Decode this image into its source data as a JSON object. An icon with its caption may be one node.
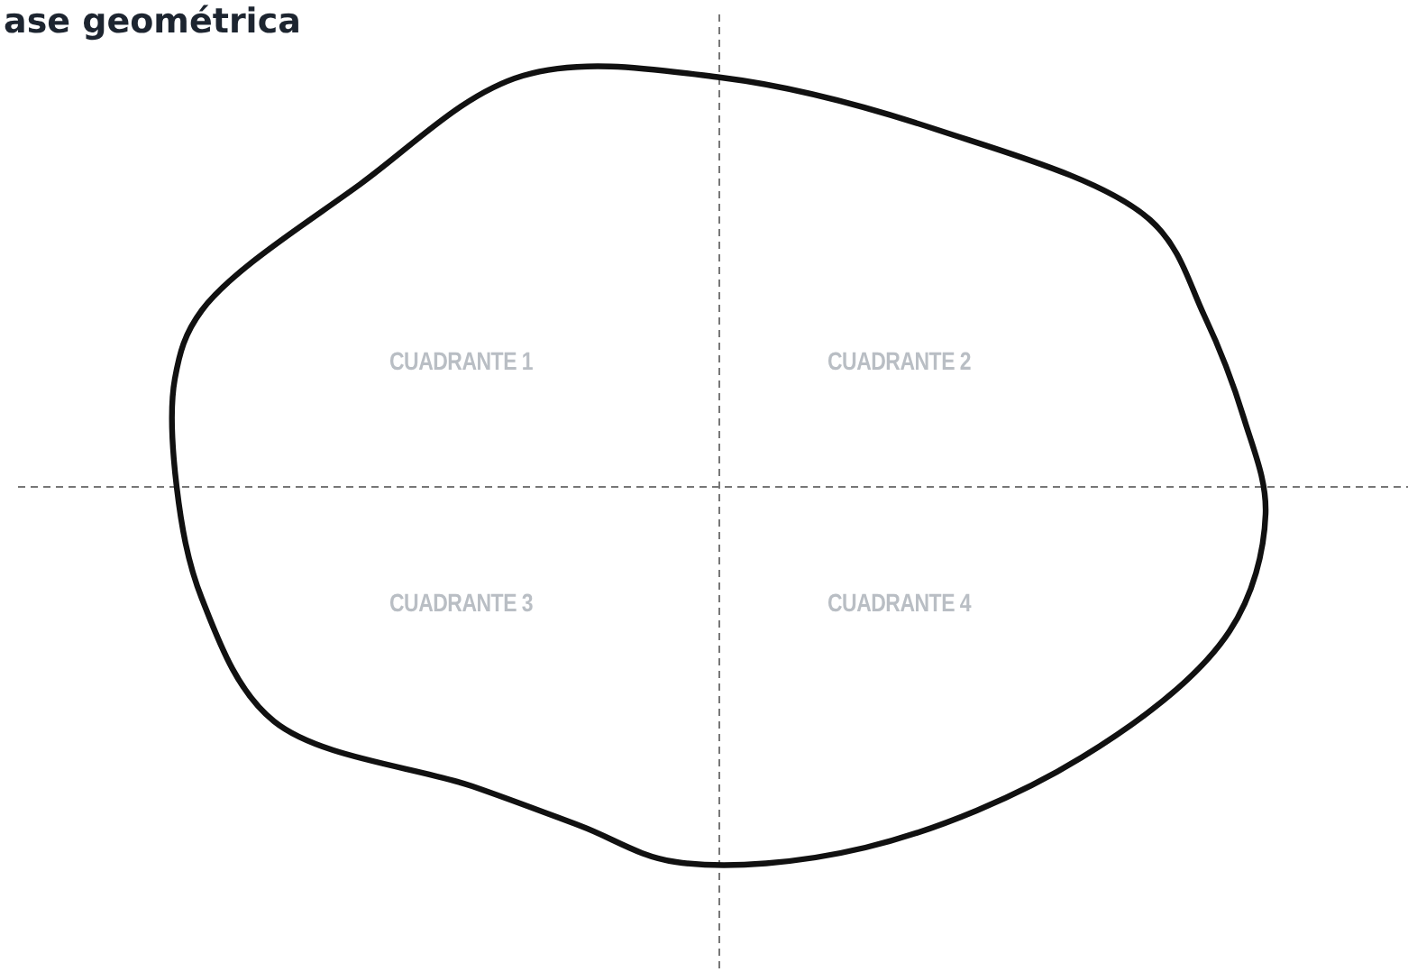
{
  "diagram": {
    "title": "ase geométrica",
    "labels": [
      "CUADRANTE 1",
      "CUADRANTE 2",
      "CUADRANTE 3",
      "CUADRANTE 4"
    ]
  }
}
